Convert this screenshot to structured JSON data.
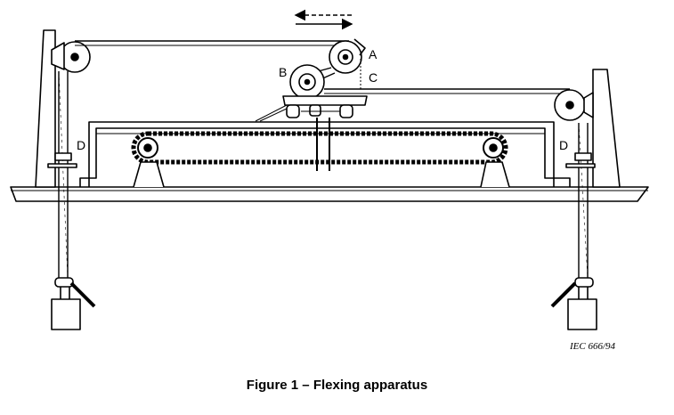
{
  "figure": {
    "labels": {
      "a": "A",
      "b": "B",
      "c": "C",
      "d_left": "D",
      "d_right": "D"
    },
    "reference": "IEC   666/94",
    "caption": "Figure 1 – Flexing apparatus"
  }
}
